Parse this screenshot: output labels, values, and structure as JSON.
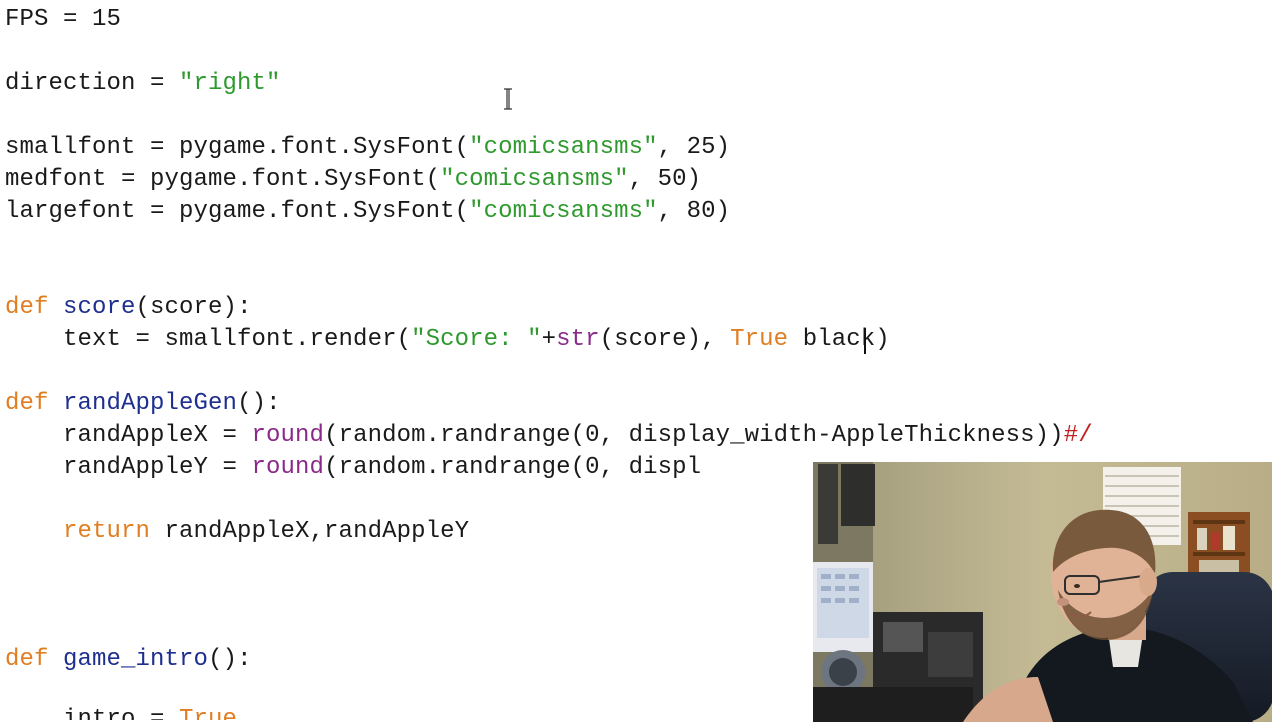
{
  "editor": {
    "lines": {
      "fps": {
        "name": "FPS",
        "op": " = ",
        "value": "15"
      },
      "direction": {
        "name": "direction",
        "op": " = ",
        "value": "\"right\""
      },
      "smallfont": {
        "prefix": "smallfont = pygame.font.SysFont(",
        "str": "\"comicsansms\"",
        "suffix": ", 25)"
      },
      "medfont": {
        "prefix": "medfont = pygame.font.SysFont(",
        "str": "\"comicsansms\"",
        "suffix": ", 50)"
      },
      "largefont": {
        "prefix": "largefont = pygame.font.SysFont(",
        "str": "\"comicsansms\"",
        "suffix": ", 80)"
      },
      "def_score": {
        "kw": "def",
        "fn": "score",
        "rest": "(score):"
      },
      "text_line": {
        "indent": "    ",
        "prefix": "text = smallfont.render(",
        "str": "\"Score: \"",
        "plus": "+",
        "bi": "str",
        "mid": "(score), ",
        "kw": "True",
        "suffix": " black)"
      },
      "def_rand": {
        "kw": "def",
        "fn": "randAppleGen",
        "rest": "():"
      },
      "randx": {
        "indent": "    ",
        "prefix": "randAppleX = ",
        "bi": "round",
        "suffix": "(random.randrange(0, display_width-AppleThickness))",
        "comment": "#/"
      },
      "randy": {
        "indent": "    ",
        "prefix": "randAppleY = ",
        "bi": "round",
        "suffix": "(random.randrange(0, displ"
      },
      "return_line": {
        "indent": "    ",
        "kw": "return",
        "rest": " randAppleX,randAppleY"
      },
      "def_intro": {
        "kw": "def",
        "fn": "game_intro",
        "rest": "():"
      },
      "intro_line": {
        "indent": "    ",
        "prefix": "intro = ",
        "kw": "True"
      }
    }
  },
  "colors": {
    "keyword": "#e07e22",
    "function_name": "#1f2f8f",
    "string": "#2e9a2e",
    "builtin": "#8a2b8a",
    "comment": "#c02020"
  },
  "overlay": {
    "type": "webcam-feed"
  }
}
